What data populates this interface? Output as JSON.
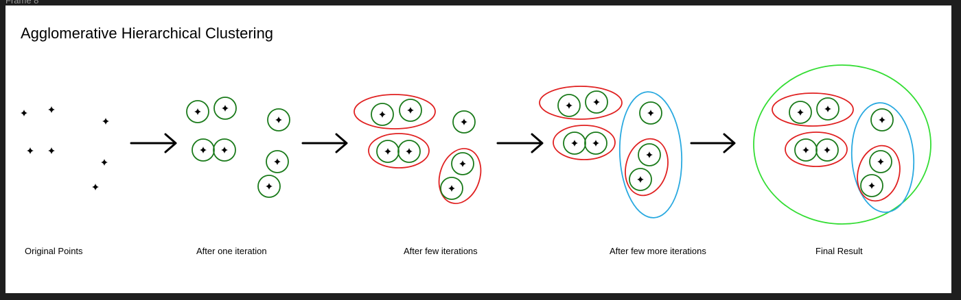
{
  "frame": {
    "label": "Frame 8"
  },
  "title": "Agglomerative Hierarchical Clustering",
  "stages": [
    {
      "label": "Original Points"
    },
    {
      "label": "After one iteration"
    },
    {
      "label": "After few iterations"
    },
    {
      "label": "After few more iterations"
    },
    {
      "label": "Final Result"
    }
  ],
  "colors": {
    "background": "#1e1e1e",
    "canvas": "#ffffff",
    "point": "#000000",
    "level1_cluster": "#1a7a1a",
    "level2_cluster": "#e02020",
    "level3_cluster": "#29a9e0",
    "level4_cluster": "#33dd33",
    "arrow": "#000000"
  },
  "icons": {
    "point": "sparkle-star-icon",
    "transition": "arrow-right-icon"
  }
}
